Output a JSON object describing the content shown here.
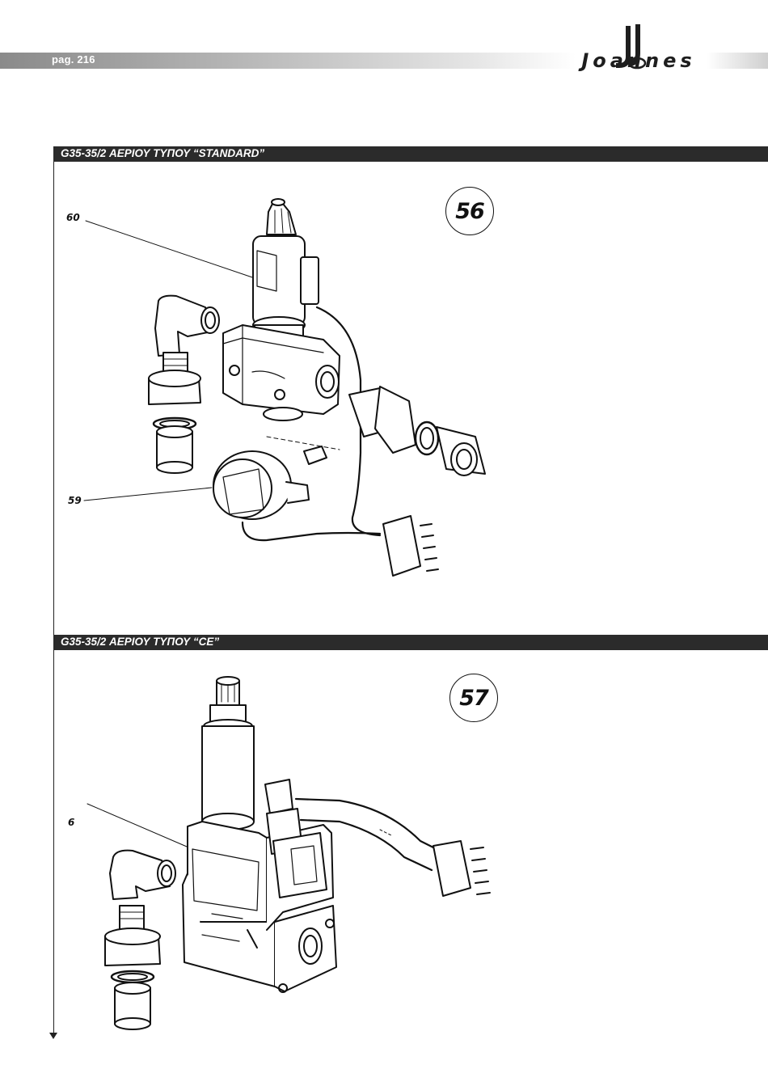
{
  "header": {
    "page_label": "pag. 216",
    "brand": "Joannes"
  },
  "sections": [
    {
      "title": "G35-35/2 ΑΕΡΙΟΥ ΤΥΠΟΥ “STANDARD”",
      "figure_number": "56",
      "callouts": [
        "60",
        "59"
      ]
    },
    {
      "title": "G35-35/2 ΑΕΡΙΟΥ ΤΥΠΟΥ “CE”",
      "figure_number": "57",
      "callouts": [
        "6"
      ]
    }
  ]
}
